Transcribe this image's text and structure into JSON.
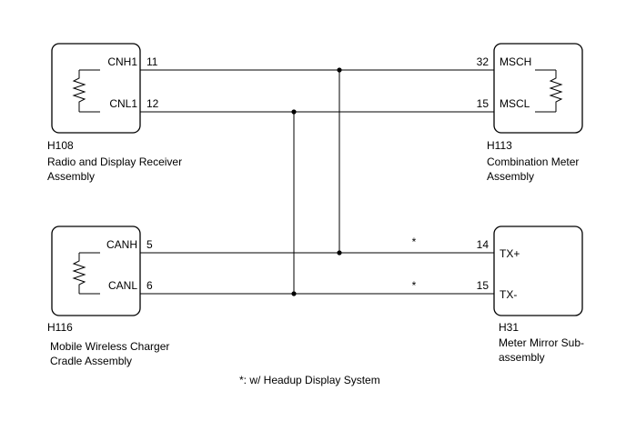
{
  "components": {
    "h108": {
      "id": "H108",
      "name_line1": "Radio and Display Receiver",
      "name_line2": "Assembly",
      "pin_top_name": "CNH1",
      "pin_top_num": "11",
      "pin_bot_name": "CNL1",
      "pin_bot_num": "12"
    },
    "h113": {
      "id": "H113",
      "name_line1": "Combination Meter",
      "name_line2": "Assembly",
      "pin_top_name": "MSCH",
      "pin_top_num": "32",
      "pin_bot_name": "MSCL",
      "pin_bot_num": "15"
    },
    "h116": {
      "id": "H116",
      "name_line1": "Mobile Wireless Charger",
      "name_line2": "Cradle Assembly",
      "pin_top_name": "CANH",
      "pin_top_num": "5",
      "pin_bot_name": "CANL",
      "pin_bot_num": "6"
    },
    "h31": {
      "id": "H31",
      "name_line1": "Meter Mirror Sub-",
      "name_line2": "assembly",
      "pin_top_name": "TX+",
      "pin_top_num": "14",
      "pin_bot_name": "TX-",
      "pin_bot_num": "15"
    }
  },
  "wire_marks": {
    "top": "*",
    "bottom": "*"
  },
  "footnote": "*: w/ Headup Display System"
}
